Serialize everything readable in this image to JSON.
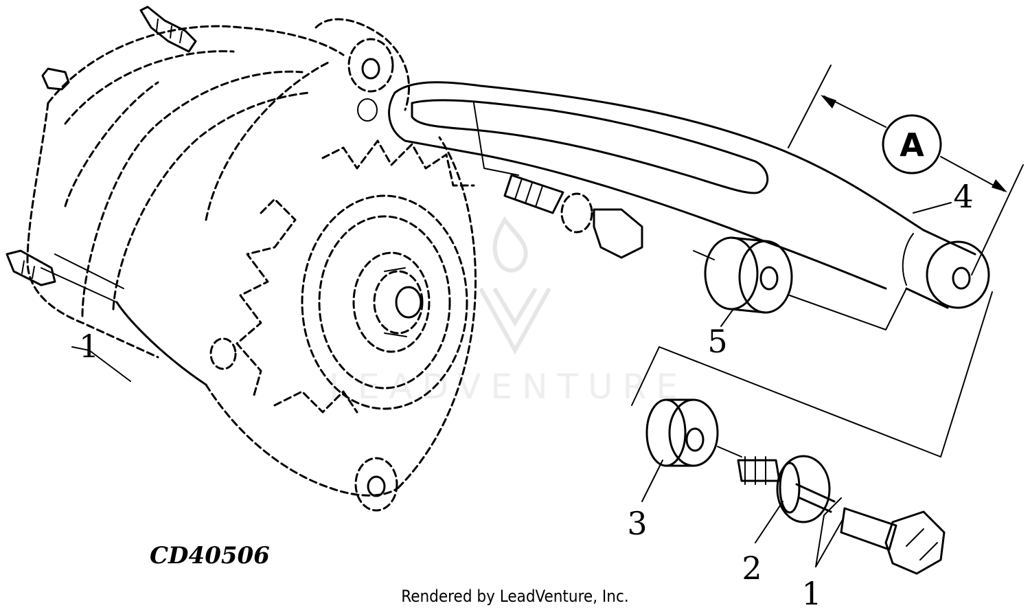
{
  "diagram": {
    "dimension_label": "A",
    "callouts": {
      "one_left": "1",
      "one_bottom": "1",
      "two": "2",
      "three": "3",
      "four": "4",
      "five": "5"
    },
    "drawing_code": "CD40506",
    "watermark": "LEADVENTURE",
    "footer": "Rendered by LeadVenture, Inc."
  }
}
